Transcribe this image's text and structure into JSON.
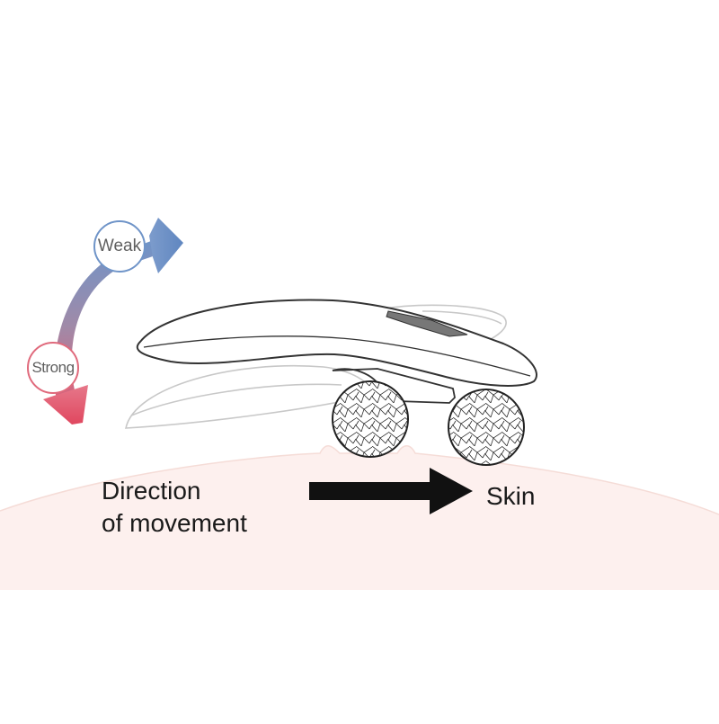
{
  "labels": {
    "weak": "Weak",
    "strong": "Strong",
    "direction_line1": "Direction",
    "direction_line2": "of movement",
    "skin": "Skin"
  },
  "colors": {
    "skin_fill": "#fdf0ee",
    "weak_accent": "#6f94c8",
    "strong_accent": "#e06a7c",
    "direction_arrow": "#111111",
    "device_outline": "#333333",
    "ghost_outline": "#c8c8c8"
  },
  "icons": {
    "intensity_arrow": "curved-gradient-arrow-icon",
    "direction_arrow": "right-arrow-icon",
    "device": "roller-device-icon"
  }
}
